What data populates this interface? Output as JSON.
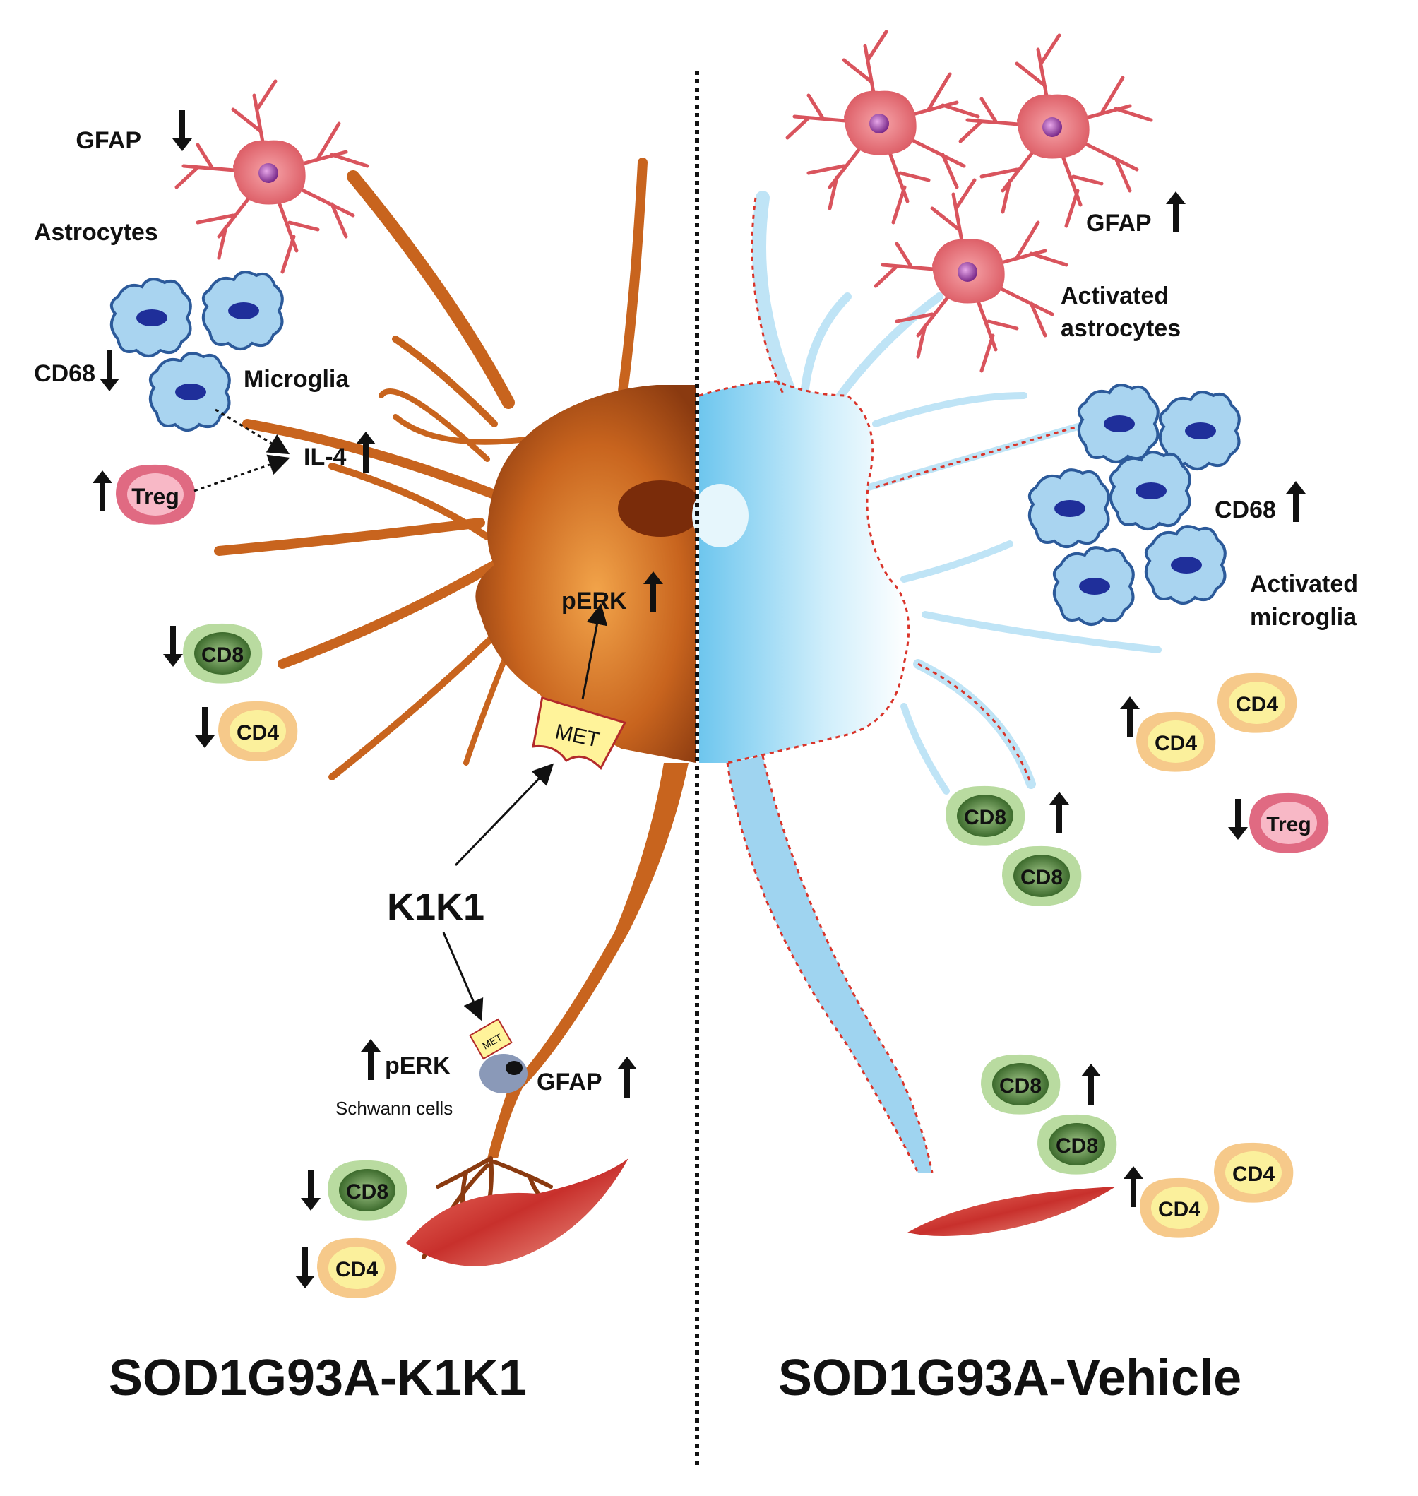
{
  "left_panel": {
    "title": "SOD1G93A-K1K1",
    "astrocytes_label": "Astrocytes",
    "gfap_label": "GFAP",
    "microglia_label": "Microglia",
    "cd68_label": "CD68",
    "il4_label": "IL-4",
    "treg_label": "Treg",
    "cd8_label": "CD8",
    "cd4_label": "CD4",
    "perk_label": "pERK",
    "met_label": "MET",
    "met_small_label": "MET",
    "k1k1_label": "K1K1",
    "perk_schwann_label": "pERK",
    "schwann_label": "Schwann cells",
    "gfap_schwann_label": "GFAP",
    "cd8_muscle_label": "CD8",
    "cd4_muscle_label": "CD4"
  },
  "right_panel": {
    "title": "SOD1G93A-Vehicle",
    "gfap_label": "GFAP",
    "activated_astrocytes_line1": "Activated",
    "activated_astrocytes_line2": "astrocytes",
    "cd68_label": "CD68",
    "activated_microglia_line1": "Activated",
    "activated_microglia_line2": "microglia",
    "cd4_a_label": "CD4",
    "cd4_b_label": "CD4",
    "treg_label": "Treg",
    "cd8_a_label": "CD8",
    "cd8_b_label": "CD8",
    "cd8_c_label": "CD8",
    "cd8_d_label": "CD8",
    "cd4_c_label": "CD4",
    "cd4_d_label": "CD4"
  },
  "colors": {
    "neuron_orange": "#c8641e",
    "neuron_blue": "#a8dcf2",
    "astrocyte_pink": "#e8727a",
    "microglia_blue": "#a9d4f0",
    "treg_pink": "#ef9aa8",
    "cd8_green": "#8dc06a",
    "cd4_yellow": "#f7e690",
    "muscle_red": "#d2453e",
    "met_yellow": "#fff39a"
  }
}
